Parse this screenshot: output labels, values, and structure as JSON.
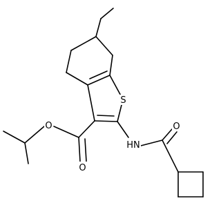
{
  "molecule": {
    "atoms": {
      "sulfur": "S",
      "ester_ether_oxygen": "O",
      "ester_carbonyl_oxygen": "O",
      "amide_nitrogen": "HN",
      "amide_carbonyl_oxygen": "O"
    }
  }
}
